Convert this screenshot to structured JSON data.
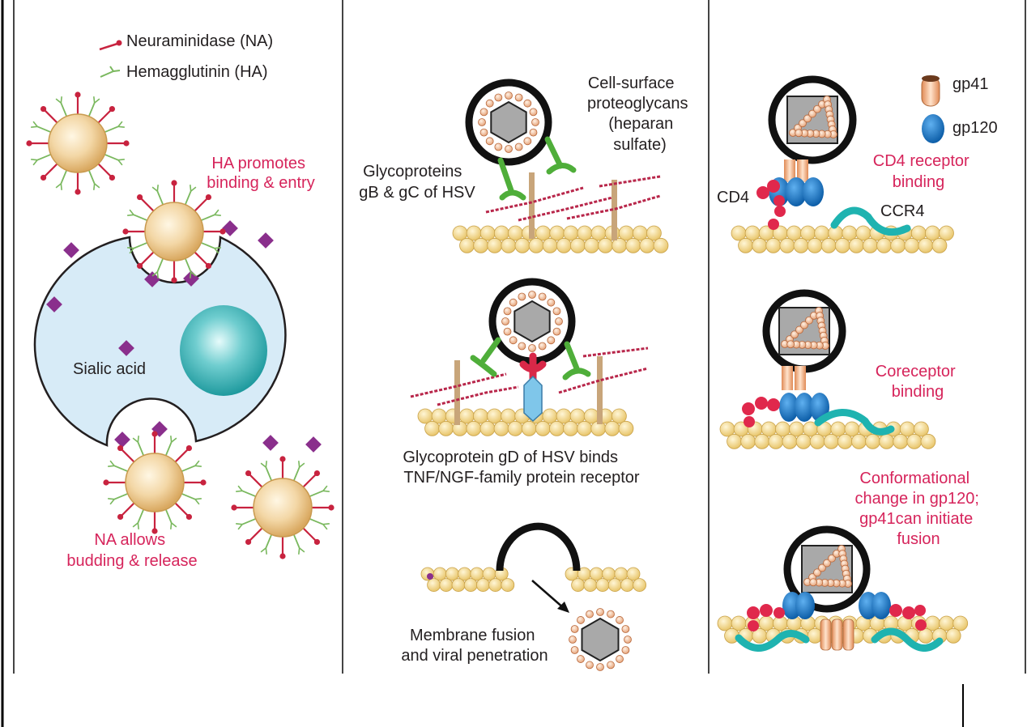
{
  "colors": {
    "label": "#231f20",
    "accent_pink": "#d6245b",
    "cell_fill": "#d7ebf7",
    "virion_fill": "#f3d7a6",
    "membrane_bead": "#f4dc94",
    "nucleus": "#2aa6ab",
    "sialic_acid": "#8a2f8c",
    "gp120": "#1a73c5",
    "gp41": "#f2a97b",
    "ccr4": "#1fb3b0",
    "cd4": "#e0284c",
    "ha_green": "#7ab85e",
    "na_red": "#c8233f"
  },
  "panel_left": {
    "legend_na": "Neuraminidase (NA)",
    "legend_ha": "Hemagglutinin (HA)",
    "ha_caption": [
      "HA promotes",
      "binding & entry"
    ],
    "sialic_label": "Sialic acid",
    "na_caption": [
      "NA allows",
      "budding & release"
    ]
  },
  "panel_middle": {
    "proteoglycans": [
      "Cell-surface",
      "proteoglycans",
      "(heparan",
      "sulfate)"
    ],
    "glycoproteins": [
      "Glycoproteins",
      "gB & gC of HSV"
    ],
    "gd_caption": [
      "Glycoprotein gD of HSV binds",
      "TNF/NGF-family protein receptor"
    ],
    "fusion_caption": [
      "Membrane fusion",
      "and viral penetration"
    ]
  },
  "panel_right": {
    "legend_gp41": "gp41",
    "legend_gp120": "gp120",
    "cd4_binding": [
      "CD4 receptor",
      "binding"
    ],
    "cd4_label": "CD4",
    "ccr4_label": "CCR4",
    "coreceptor": [
      "Coreceptor",
      "binding"
    ],
    "conformational": [
      "Conformational",
      "change in gp120;",
      "gp41can initiate",
      "fusion"
    ]
  }
}
